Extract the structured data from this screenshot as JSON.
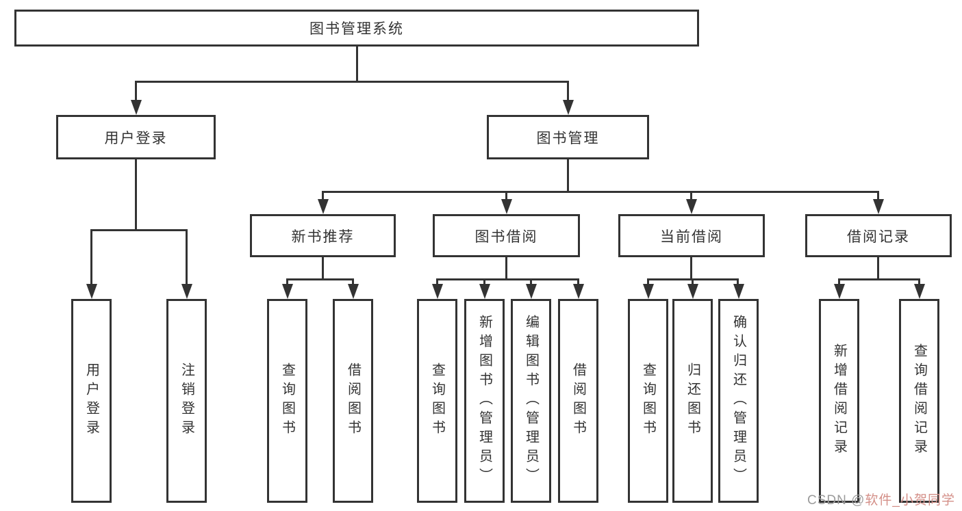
{
  "diagram_title": "图书管理系统",
  "tree": {
    "root": {
      "label": "图书管理系统"
    },
    "branches": [
      {
        "label": "用户登录",
        "children": [
          {
            "label": "用户登录"
          },
          {
            "label": "注销登录"
          }
        ]
      },
      {
        "label": "图书管理",
        "children": [
          {
            "label": "新书推荐",
            "children": [
              {
                "label": "查询图书"
              },
              {
                "label": "借阅图书"
              }
            ]
          },
          {
            "label": "图书借阅",
            "children": [
              {
                "label": "查询图书"
              },
              {
                "label": "新增图书（管理员）"
              },
              {
                "label": "编辑图书（管理员）"
              },
              {
                "label": "借阅图书"
              }
            ]
          },
          {
            "label": "当前借阅",
            "children": [
              {
                "label": "查询图书"
              },
              {
                "label": "归还图书"
              },
              {
                "label": "确认归还（管理员）"
              }
            ]
          },
          {
            "label": "借阅记录",
            "children": [
              {
                "label": "新增借阅记录"
              },
              {
                "label": "查询借阅记录"
              }
            ]
          }
        ]
      }
    ]
  },
  "watermark": {
    "prefix": "CSDN @",
    "author": "软件_小贺同学"
  },
  "colors": {
    "line": "#333333",
    "text": "#333333",
    "background": "#ffffff",
    "watermark_prefix": "#9b9b9b",
    "watermark_author": "#d48f88"
  }
}
